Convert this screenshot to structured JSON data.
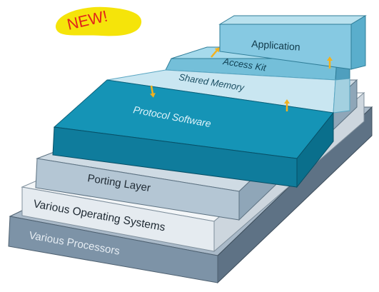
{
  "badge": {
    "text": "NEW!",
    "fill_color": "#f5e40a",
    "text_color": "#e2231a"
  },
  "layers": {
    "processors": "Various Processors",
    "operating_systems": "Various Operating Systems",
    "porting": "Porting Layer",
    "protocol": "Protocol Software",
    "shared_memory": "Shared Memory",
    "access_kit": "Access Kit",
    "application": "Application"
  },
  "colors": {
    "processors": "#7d93a7",
    "operating_systems": "#e5ebf0",
    "porting": "#b4c6d4",
    "protocol": "#1594b6",
    "shared_memory": "#c9e6f1",
    "access_kit": "#74bfd9",
    "application": "#86c9e2",
    "arrow": "#f2b11e"
  }
}
